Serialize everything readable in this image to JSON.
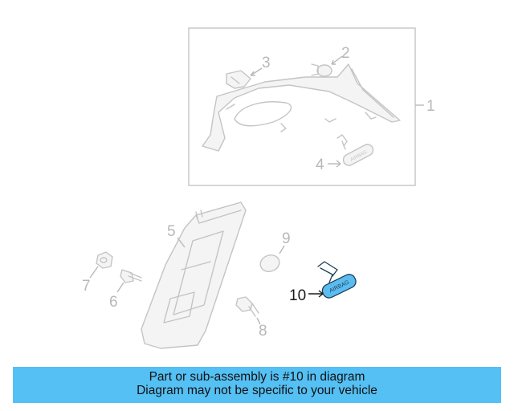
{
  "diagram": {
    "callouts": [
      {
        "id": "1",
        "text": "1"
      },
      {
        "id": "2",
        "text": "2"
      },
      {
        "id": "3",
        "text": "3"
      },
      {
        "id": "4",
        "text": "4"
      },
      {
        "id": "5",
        "text": "5"
      },
      {
        "id": "6",
        "text": "6"
      },
      {
        "id": "7",
        "text": "7"
      },
      {
        "id": "8",
        "text": "8"
      },
      {
        "id": "9",
        "text": "9"
      },
      {
        "id": "10",
        "text": "10"
      }
    ],
    "badge_text": "AIRBAG",
    "highlighted_part": "10",
    "highlight_color": "#5bbcf0"
  },
  "banner": {
    "line1": "Part or sub-assembly is #10 in diagram",
    "line2": "Diagram may not be specific to your vehicle",
    "background": "#55c0f4"
  }
}
